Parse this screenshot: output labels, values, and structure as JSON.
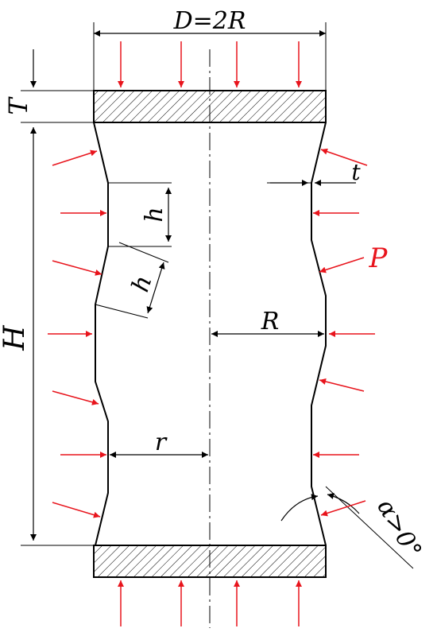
{
  "labels": {
    "diameter": "D=2R",
    "thickness_plate": "T",
    "height": "H",
    "wall_thickness": "t",
    "step_height_a": "h",
    "step_height_b": "h",
    "pressure": "P",
    "outer_radius": "R",
    "inner_radius": "r",
    "angle": "α>0°"
  },
  "colors": {
    "line": "#000000",
    "arrow": "#e8141c",
    "pressure_label": "#e8141c"
  }
}
